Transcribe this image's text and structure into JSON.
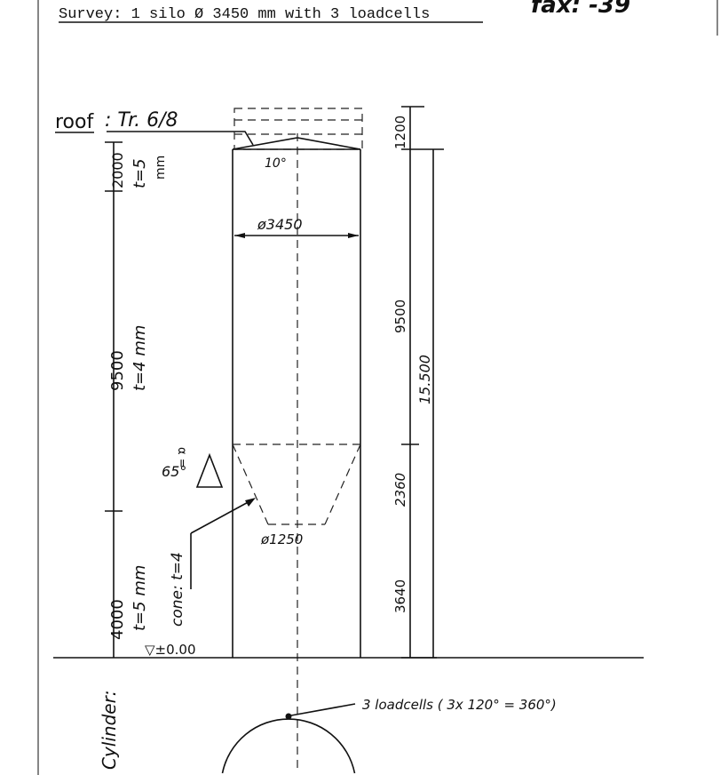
{
  "header": {
    "title": "Survey: 1 silo Ø 3450 mm with 3 loadcells",
    "fax": "fax: -39"
  },
  "drawing": {
    "roof_label": "roof",
    "roof_spec": ": Tr. 6/8",
    "roof_angle": "10°",
    "diameter_top": "ø3450",
    "dim_1200": "1200",
    "dim_2000": "2000",
    "thickness_top": "t=5",
    "thickness_top_unit": "mm",
    "dim_9500_left": "9500",
    "thickness_mid": "t=4 mm",
    "dim_9500_right": "9500",
    "dim_total": "15.500",
    "cone_angle_label": "α =",
    "cone_angle": "65°",
    "diameter_bottom": "ø1250",
    "dim_2360": "2360",
    "dim_3640": "3640",
    "dim_4000": "4000",
    "thickness_bottom": "t=5 mm",
    "cone_thickness": "cone: t=4",
    "level": "▽±0.00",
    "cylinder_label": "Cylinder:",
    "loadcells_note": "3 loadcells ( 3x 120° = 360°)"
  }
}
